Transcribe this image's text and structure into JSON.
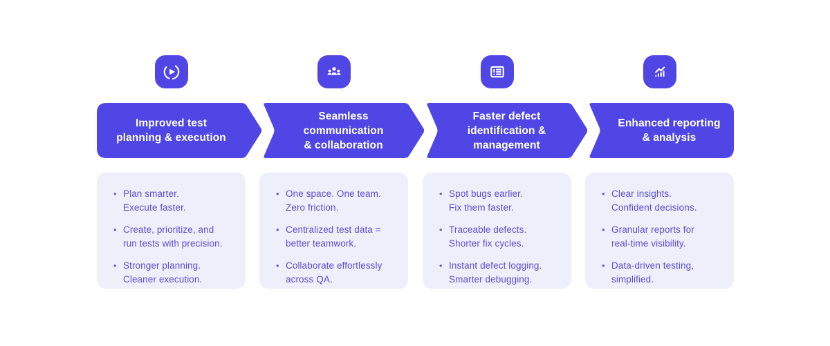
{
  "theme": {
    "accent": "#4F46E5",
    "card_bg": "#EDEFFA",
    "card_text": "#5A4FD0",
    "banner_text": "#FFFFFF",
    "page_bg": "#FFFFFF"
  },
  "columns": [
    {
      "icon": "play-circle-icon",
      "title_lines": [
        "Improved test",
        "planning & execution"
      ],
      "bullets": [
        [
          "Plan smarter.",
          "Execute faster."
        ],
        [
          "Create, prioritize, and",
          "run tests with precision."
        ],
        [
          "Stronger planning.",
          "Cleaner execution."
        ]
      ]
    },
    {
      "icon": "team-icon",
      "title_lines": [
        "Seamless",
        "communication",
        "& collaboration"
      ],
      "bullets": [
        [
          "One space. One team.",
          "Zero friction."
        ],
        [
          "Centralized test data =",
          "better teamwork."
        ],
        [
          "Collaborate effortlessly",
          "across QA."
        ]
      ]
    },
    {
      "icon": "defect-list-icon",
      "title_lines": [
        "Faster defect",
        "identification &",
        "management"
      ],
      "bullets": [
        [
          "Spot bugs earlier.",
          "Fix them faster."
        ],
        [
          "Traceable defects.",
          "Shorter fix cycles."
        ],
        [
          "Instant defect logging.",
          "Smarter debugging."
        ]
      ]
    },
    {
      "icon": "analytics-icon",
      "title_lines": [
        "Enhanced reporting",
        "& analysis"
      ],
      "bullets": [
        [
          "Clear insights.",
          "Confident decisions."
        ],
        [
          "Granular reports for",
          "real-time visibility."
        ],
        [
          "Data-driven testing,",
          "simplified."
        ]
      ]
    }
  ]
}
